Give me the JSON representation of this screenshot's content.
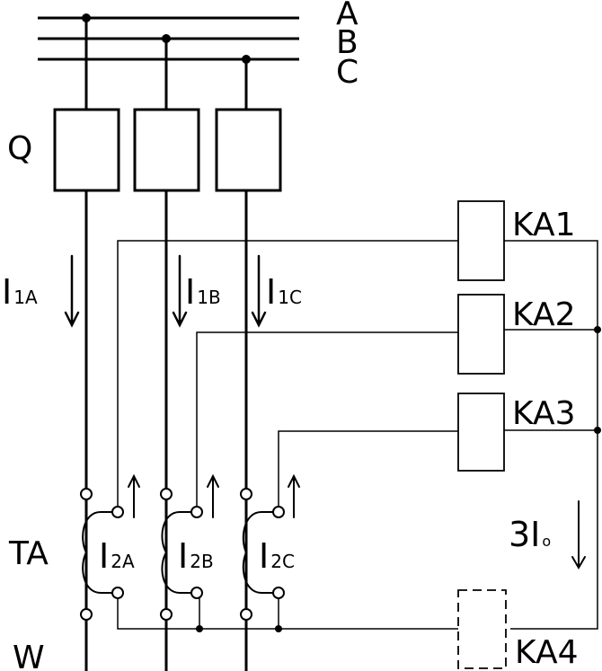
{
  "phases": [
    "A",
    "B",
    "C"
  ],
  "breaker_label": "Q",
  "primary_currents": [
    {
      "main": "I",
      "sub": "1A"
    },
    {
      "main": "I",
      "sub": "1B"
    },
    {
      "main": "I",
      "sub": "1C"
    }
  ],
  "secondary_currents": [
    {
      "main": "I",
      "sub": "2A"
    },
    {
      "main": "I",
      "sub": "2B"
    },
    {
      "main": "I",
      "sub": "2C"
    }
  ],
  "transformer_label": "TA",
  "line_label": "W",
  "relays": [
    "KA1",
    "KA2",
    "KA3",
    "KA4"
  ],
  "zero_seq": {
    "prefix": "3I",
    "sub": "o"
  }
}
